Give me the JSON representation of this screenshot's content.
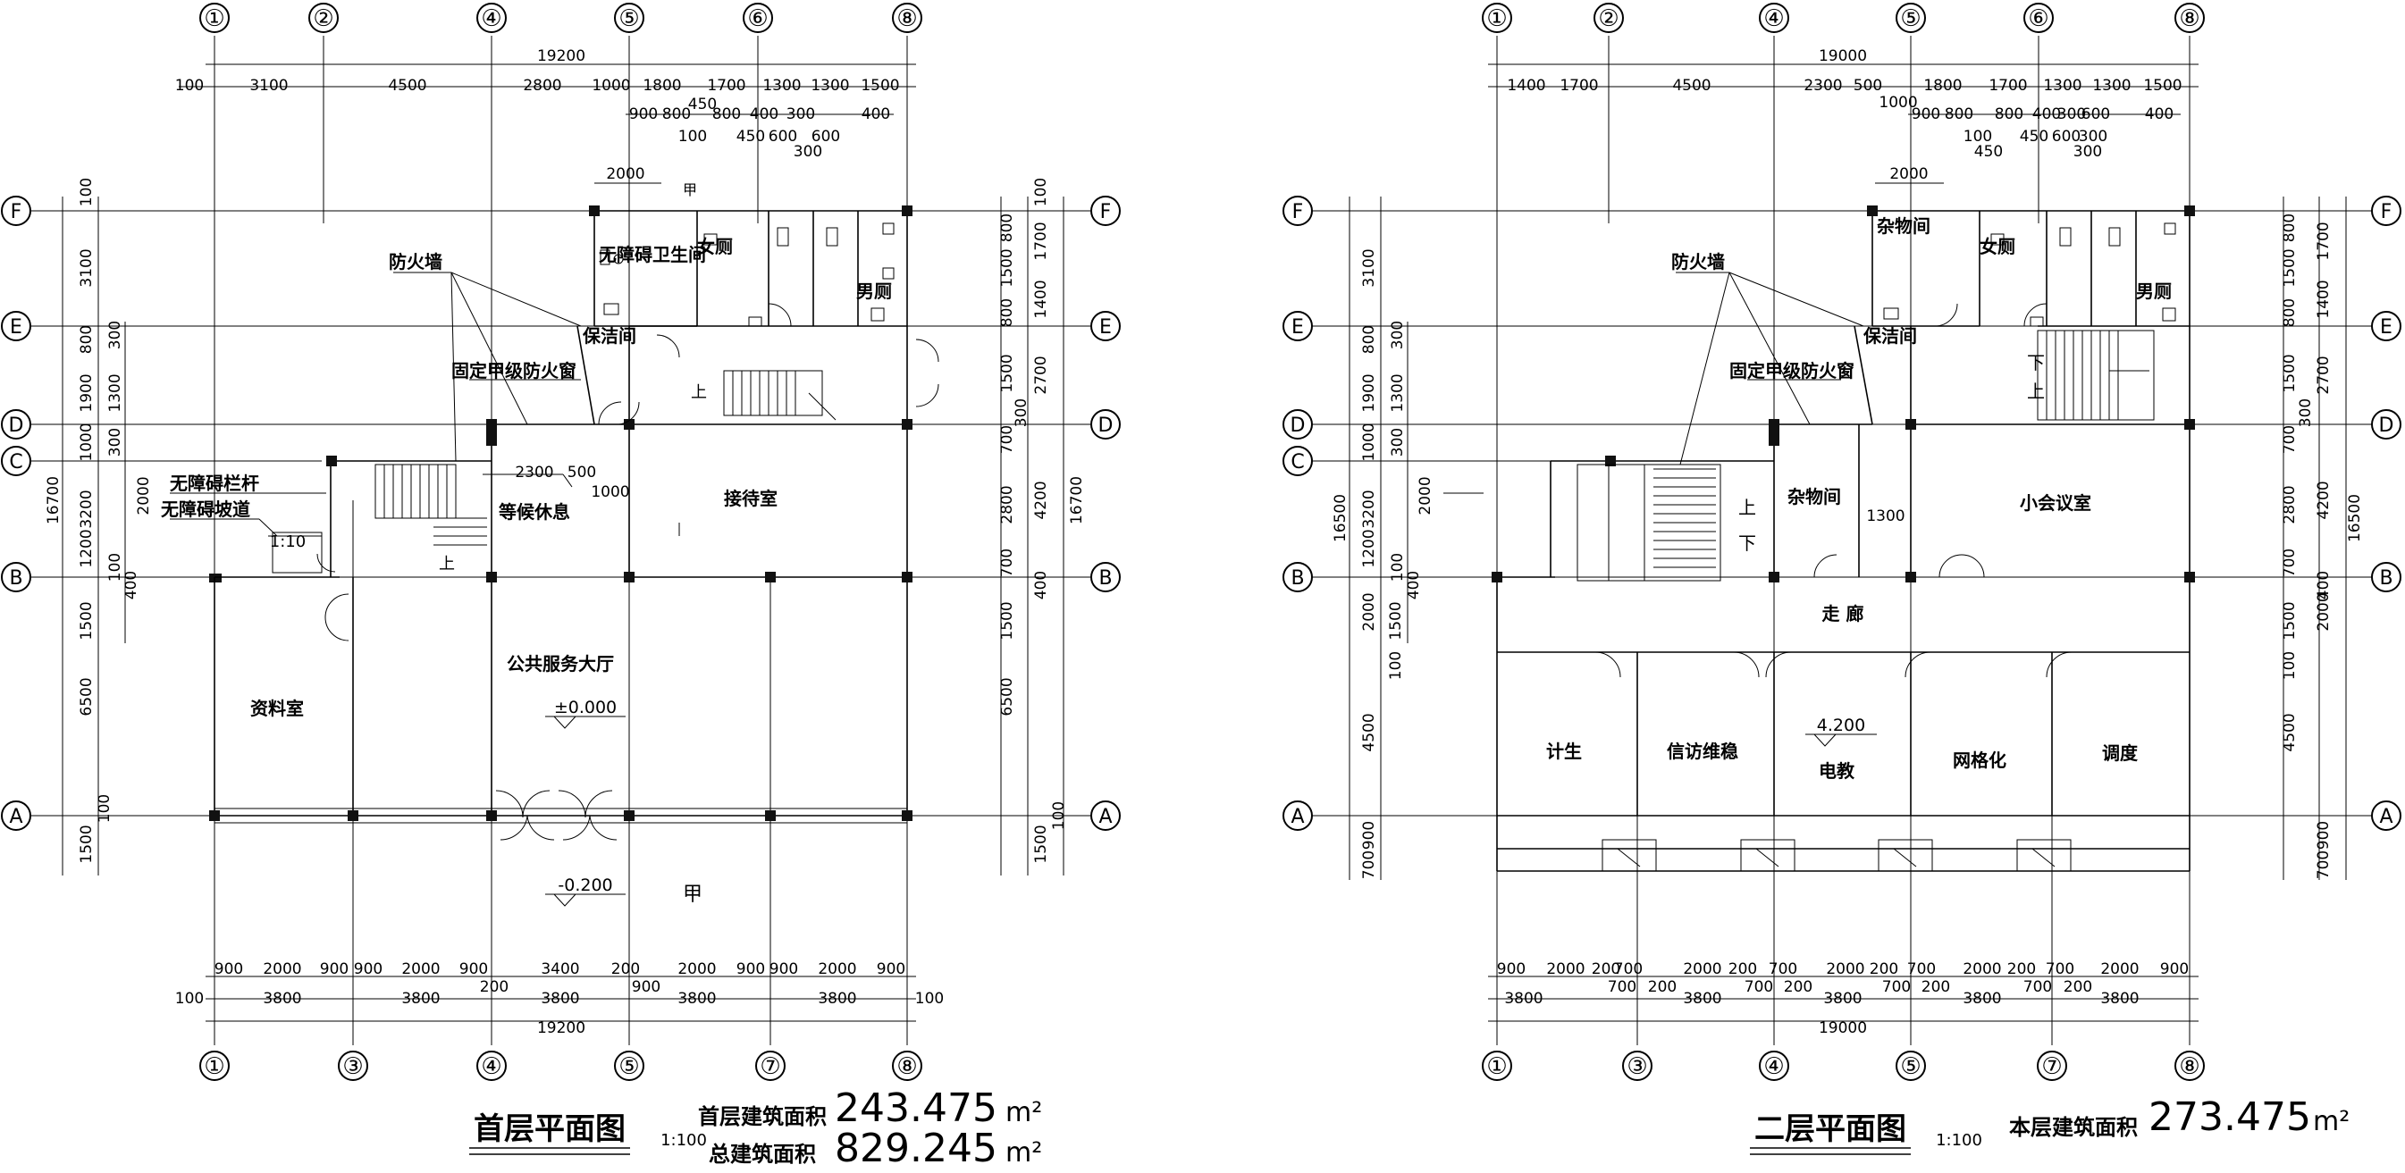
{
  "ground": {
    "title": "首层平面图",
    "scale": "1:100",
    "area1_label": "首层建筑面积",
    "area1_value": "243.475",
    "area2_label": "总建筑面积",
    "area2_value": "829.245",
    "unit": "m²",
    "top_axes": [
      "①",
      "②",
      "④",
      "⑤",
      "⑥",
      "⑧"
    ],
    "bottom_axes": [
      "①",
      "③",
      "④",
      "⑤",
      "⑦",
      "⑧"
    ],
    "left_axes": [
      "F",
      "E",
      "D",
      "C",
      "B",
      "A"
    ],
    "right_axes": [
      "F",
      "E",
      "D",
      "B",
      "A"
    ],
    "total_dim": "19200",
    "top_dims_row1": [
      "100",
      "3100",
      "4500",
      "2800",
      "1000",
      "1800",
      "1700",
      "1300",
      "1300",
      "1500"
    ],
    "top_dims_row2": [
      "900",
      "800",
      "800",
      "400",
      "300",
      "400"
    ],
    "top_dims_row3": [
      "450",
      "100",
      "450",
      "600",
      "600",
      "300"
    ],
    "bottom_dims_row1": [
      "900",
      "2000",
      "900",
      "900",
      "2000",
      "900",
      "3400",
      "200",
      "2000",
      "900",
      "900",
      "2000",
      "900"
    ],
    "bottom_dims_row2": [
      "100",
      "3800",
      "3800",
      "200",
      "3800",
      "900",
      "3800",
      "3800",
      "100"
    ],
    "left_dims_outer": [
      "100",
      "3100",
      "800",
      "1900",
      "1000",
      "3200",
      "1200",
      "1500",
      "6500",
      "1500"
    ],
    "left_dims_inner": [
      "300",
      "1300",
      "300",
      "2000",
      "100",
      "400",
      "100"
    ],
    "left_total": "16700",
    "right_dims_outer": [
      "100",
      "800",
      "1700",
      "1500",
      "800",
      "1400",
      "1500",
      "2700",
      "300",
      "700",
      "2800",
      "4200",
      "700",
      "400",
      "1500",
      "6500",
      "100",
      "1500"
    ],
    "right_total": "16700",
    "rooms": {
      "lobby": "公共服务大厅",
      "archive": "资料室",
      "reception": "接待室",
      "waiting": "等候休息",
      "accessible_wc": "无障碍卫生间",
      "female_wc": "女厕",
      "male_wc": "男厕",
      "cleaning": "保洁间",
      "fire_wall": "防火墙",
      "fire_window": "固定甲级防火窗",
      "railing": "无障碍栏杆",
      "ramp": "无障碍坡道",
      "ramp_ratio": "1:10",
      "up": "上",
      "grade_a": "甲"
    },
    "levels": [
      "±0.000",
      "-0.200"
    ],
    "misc_dims": [
      "2300",
      "500",
      "1000",
      "2000",
      "2000"
    ]
  },
  "second": {
    "title": "二层平面图",
    "scale": "1:100",
    "area_label": "本层建筑面积",
    "area_value": "273.475",
    "unit": "m²",
    "top_axes": [
      "①",
      "②",
      "④",
      "⑤",
      "⑥",
      "⑧"
    ],
    "bottom_axes": [
      "①",
      "③",
      "④",
      "⑤",
      "⑦",
      "⑧"
    ],
    "left_axes": [
      "F",
      "E",
      "D",
      "C",
      "B",
      "A"
    ],
    "right_axes": [
      "F",
      "E",
      "D",
      "B",
      "A"
    ],
    "total_dim": "19000",
    "top_dims_row1": [
      "1400",
      "1700",
      "4500",
      "2300",
      "500",
      "1800",
      "1700",
      "1300",
      "1300",
      "1500"
    ],
    "top_dims_row2": [
      "1000",
      "900",
      "800",
      "800",
      "400",
      "300",
      "600",
      "400"
    ],
    "top_dims_row3": [
      "100",
      "450",
      "450",
      "600",
      "300",
      "300"
    ],
    "bottom_dims_row1": [
      "900",
      "2000",
      "200",
      "700",
      "2000",
      "200",
      "700",
      "2000",
      "200",
      "700",
      "2000",
      "200",
      "700",
      "2000",
      "900"
    ],
    "bottom_dims_row2": [
      "3800",
      "700",
      "200",
      "3800",
      "700",
      "200",
      "3800",
      "700",
      "200",
      "3800",
      "700",
      "200",
      "3800"
    ],
    "left_dims_outer": [
      "3100",
      "800",
      "1900",
      "1000",
      "3200",
      "1200",
      "1500",
      "2000",
      "100",
      "4500",
      "700",
      "900"
    ],
    "left_dims_inner": [
      "300",
      "1300",
      "300",
      "2000",
      "100",
      "400"
    ],
    "left_total": "16500",
    "right_dims_outer": [
      "800",
      "1700",
      "1500",
      "800",
      "1400",
      "1500",
      "2700",
      "300",
      "700",
      "2800",
      "4200",
      "700",
      "400",
      "1500",
      "2000",
      "100",
      "4500",
      "700",
      "900"
    ],
    "right_total": "16500",
    "rooms": {
      "corridor": "走 廊",
      "office_small": "小会议室",
      "misc_room": "杂物间",
      "misc_room2": "杂物间",
      "planning": "计生",
      "credit": "信访维稳",
      "ecommerce": "电教",
      "grid": "网格化",
      "civil": "调度",
      "female_wc": "女厕",
      "male_wc": "男厕",
      "cleaning": "保洁间",
      "fire_wall": "防火墙",
      "fire_window": "固定甲级防火窗",
      "up": "上",
      "down": "下"
    },
    "levels": [
      "4.200"
    ],
    "misc_dims": [
      "1300",
      "2000"
    ]
  }
}
